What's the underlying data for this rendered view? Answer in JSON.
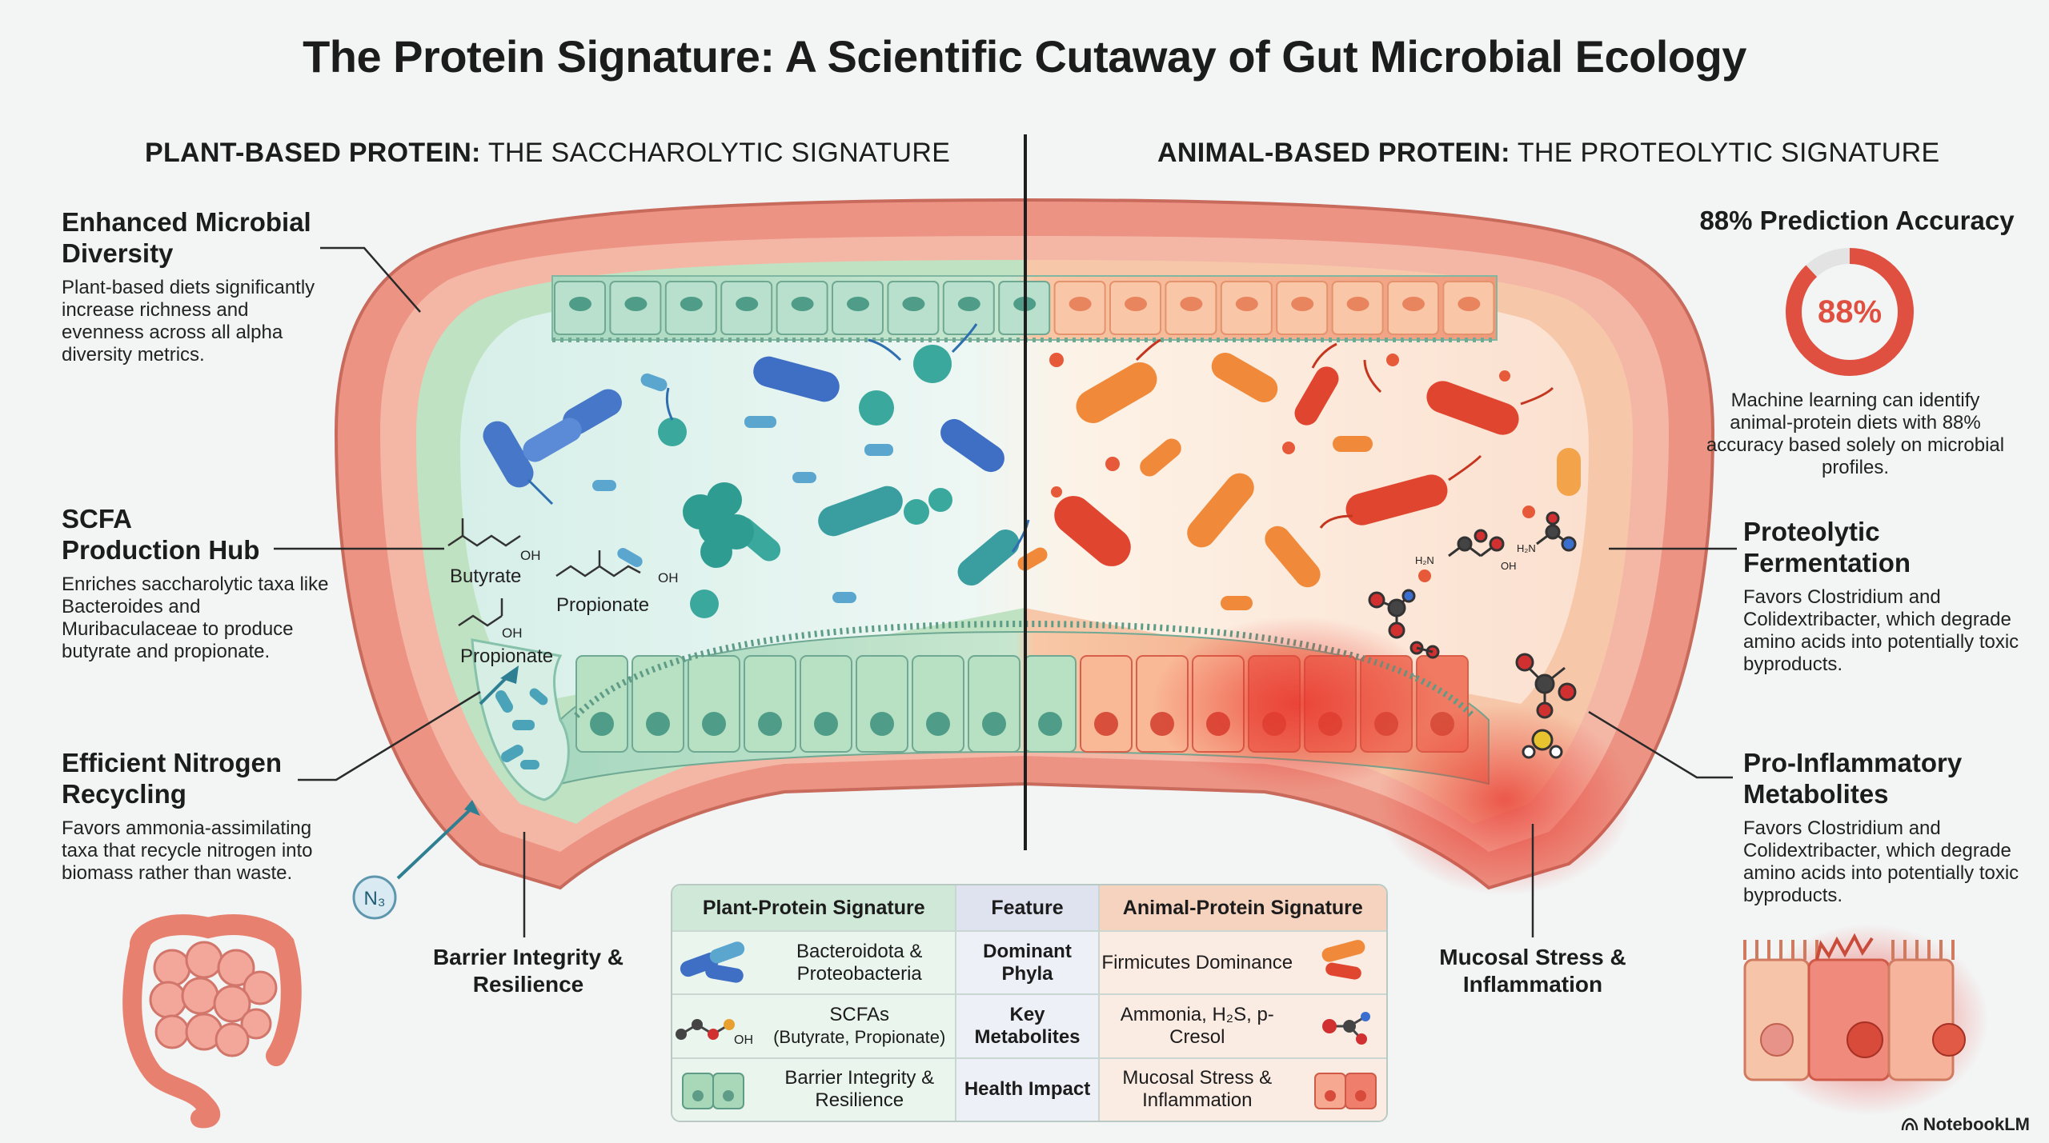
{
  "title": "The Protein Signature: A Scientific Cutaway of Gut Microbial Ecology",
  "left_header": {
    "bold": "PLANT-BASED PROTEIN:",
    "rest": " THE SACCHAROLYTIC SIGNATURE"
  },
  "right_header": {
    "bold": "ANIMAL-BASED PROTEIN:",
    "rest": " THE PROTEOLYTIC SIGNATURE"
  },
  "left_annotations": {
    "diversity": {
      "heading": "Enhanced Microbial Diversity",
      "body": "Plant-based diets significantly increase richness and evenness across all alpha diversity metrics."
    },
    "scfa": {
      "heading": "SCFA Production Hub",
      "body": "Enriches saccharolytic taxa like Bacteroides and Muribaculaceae to produce butyrate and propionate."
    },
    "nitrogen": {
      "heading": "Efficient Nitrogen Recycling",
      "body": "Favors ammonia-assimilating taxa that recycle nitrogen into biomass rather than waste."
    },
    "barrier": {
      "heading": "Barrier Integrity & Resilience"
    }
  },
  "right_annotations": {
    "accuracy": {
      "heading": "88% Prediction Accuracy",
      "gauge_label": "88%",
      "gauge_value": 0.88,
      "body": "Machine learning can identify animal-protein diets with 88% accuracy based solely on microbial profiles."
    },
    "proteolytic": {
      "heading": "Proteolytic Fermentation",
      "body": "Favors Clostridium and Colidextribacter, which degrade amino acids into potentially toxic byproducts."
    },
    "inflammatory": {
      "heading": "Pro-Inflammatory Metabolites",
      "body": "Favors Clostridium and Colidextribacter, which degrade amino acids into potentially toxic byproducts."
    },
    "mucosal": {
      "heading": "Mucosal Stress & Inflammation"
    }
  },
  "molecules": {
    "butyrate": "Butyrate",
    "propionate_1": "Propionate",
    "propionate_2": "Propionate",
    "oh": "OH",
    "h2n": "H₂N",
    "n3": "N₃"
  },
  "table": {
    "headers": {
      "plant": "Plant-Protein Signature",
      "feature": "Feature",
      "animal": "Animal-Protein Signature"
    },
    "rows": [
      {
        "plant": "Bacteroidota & Proteobacteria",
        "feature": "Dominant Phyla",
        "animal": "Firmicutes Dominance"
      },
      {
        "plant": "SCFAs",
        "plant_sub": "(Butyrate, Propionate)",
        "feature": "Key Metabolites",
        "animal": "Ammonia, H₂S, p-Cresol"
      },
      {
        "plant": "Barrier Integrity & Resilience",
        "feature": "Health Impact",
        "animal": "Mucosal Stress & Inflammation"
      }
    ]
  },
  "brand": "NotebookLM",
  "colors": {
    "plant_teal": "#3aa89c",
    "plant_blue": "#3f6fc4",
    "animal_red": "#e0452f",
    "animal_orange": "#f08a3a",
    "wall": "#e98a7e"
  }
}
